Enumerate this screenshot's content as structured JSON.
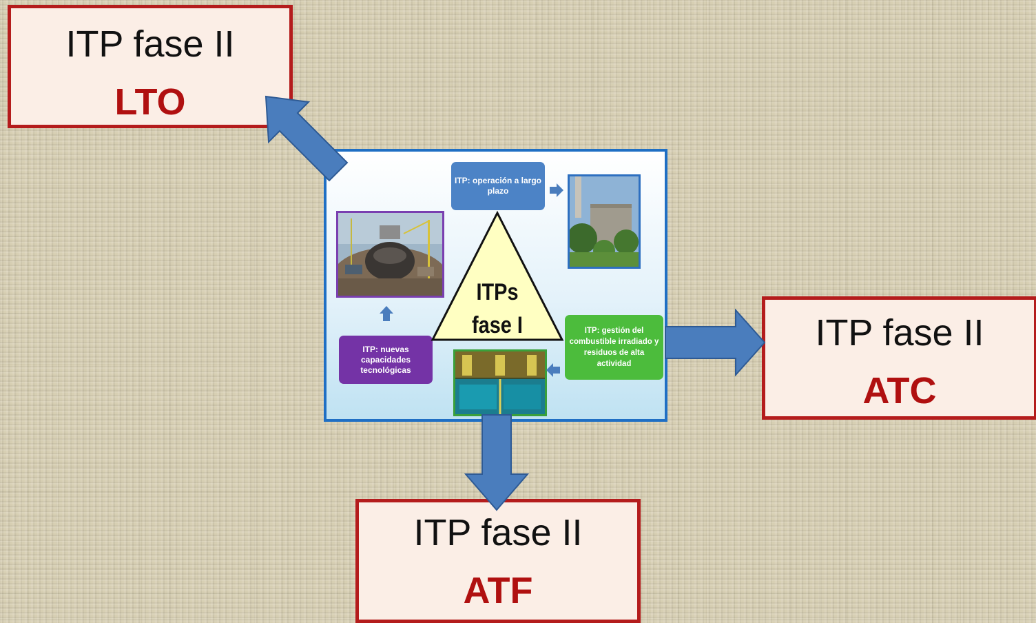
{
  "center": {
    "title_line1": "ITPs",
    "title_line2": "fase I",
    "nodes": {
      "lto": "ITP: operación a largo plazo",
      "atc": "ITP: gestión del combustible irradiado y residuos de alta actividad",
      "atf": "ITP: nuevas capacidades tecnológicas"
    },
    "photos": [
      "reactor-construction-site",
      "nuclear-plant-building",
      "spent-fuel-pool"
    ]
  },
  "phase2_boxes": [
    {
      "id": "lto",
      "label": "ITP fase II",
      "code": "LTO"
    },
    {
      "id": "atc",
      "label": "ITP fase II",
      "code": "ATC"
    },
    {
      "id": "atf",
      "label": "ITP fase II",
      "code": "ATF"
    }
  ],
  "colors": {
    "box_border": "#b41c1c",
    "box_fill": "#fbeee6",
    "code_text": "#b01010",
    "arrow_fill": "#4a7dbd",
    "arrow_stroke": "#2e5a94",
    "panel_border": "#1f6fc4",
    "node_lto": "#4c83c6",
    "node_atc": "#4cbc3c",
    "node_atf": "#7433a6",
    "triangle_fill": "#ffffc2"
  }
}
